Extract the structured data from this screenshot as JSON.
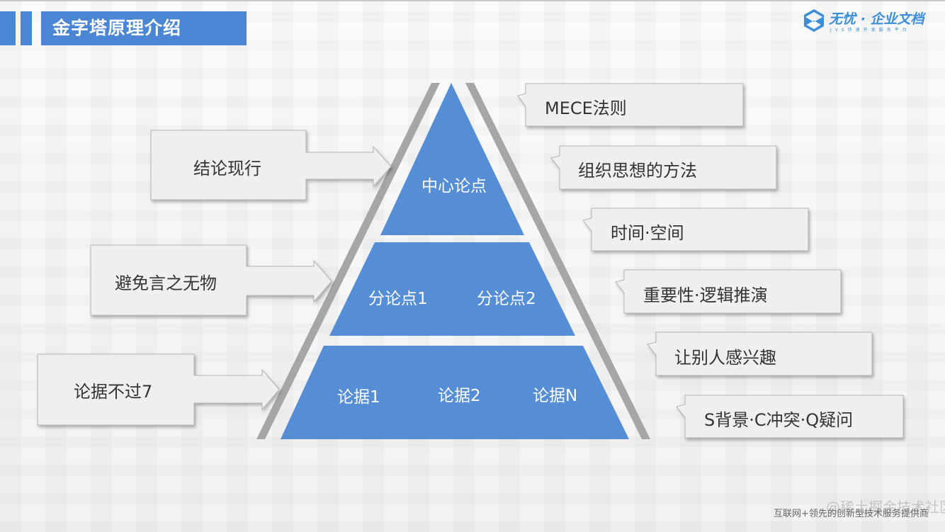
{
  "header": {
    "title": "金字塔原理介绍",
    "logo_text": "无忧 · 企业文档",
    "logo_sub": "JVS快速开发服务平台"
  },
  "pyramid": {
    "top": [
      "中心论点"
    ],
    "middle": [
      "分论点1",
      "分论点2"
    ],
    "bottom": [
      "论据1",
      "论据2",
      "论据N"
    ]
  },
  "left_callouts": [
    "结论现行",
    "避免言之无物",
    "论据不过7"
  ],
  "right_callouts": [
    "MECE法则",
    "组织思想的方法",
    "时间·空间",
    "重要性·逻辑推演",
    "让别人感兴趣",
    "S背景·C冲突·Q疑问"
  ],
  "footer": {
    "caption": "互联网+领先的创新型技术服务提供商",
    "watermark": "@稀土掘金技术社区"
  },
  "colors": {
    "accent": "#4a86d4",
    "tier": "#558ed5",
    "callout_bg": "#efefef",
    "callout_border": "#b5b5b5",
    "rail": "#a6a6a6"
  }
}
